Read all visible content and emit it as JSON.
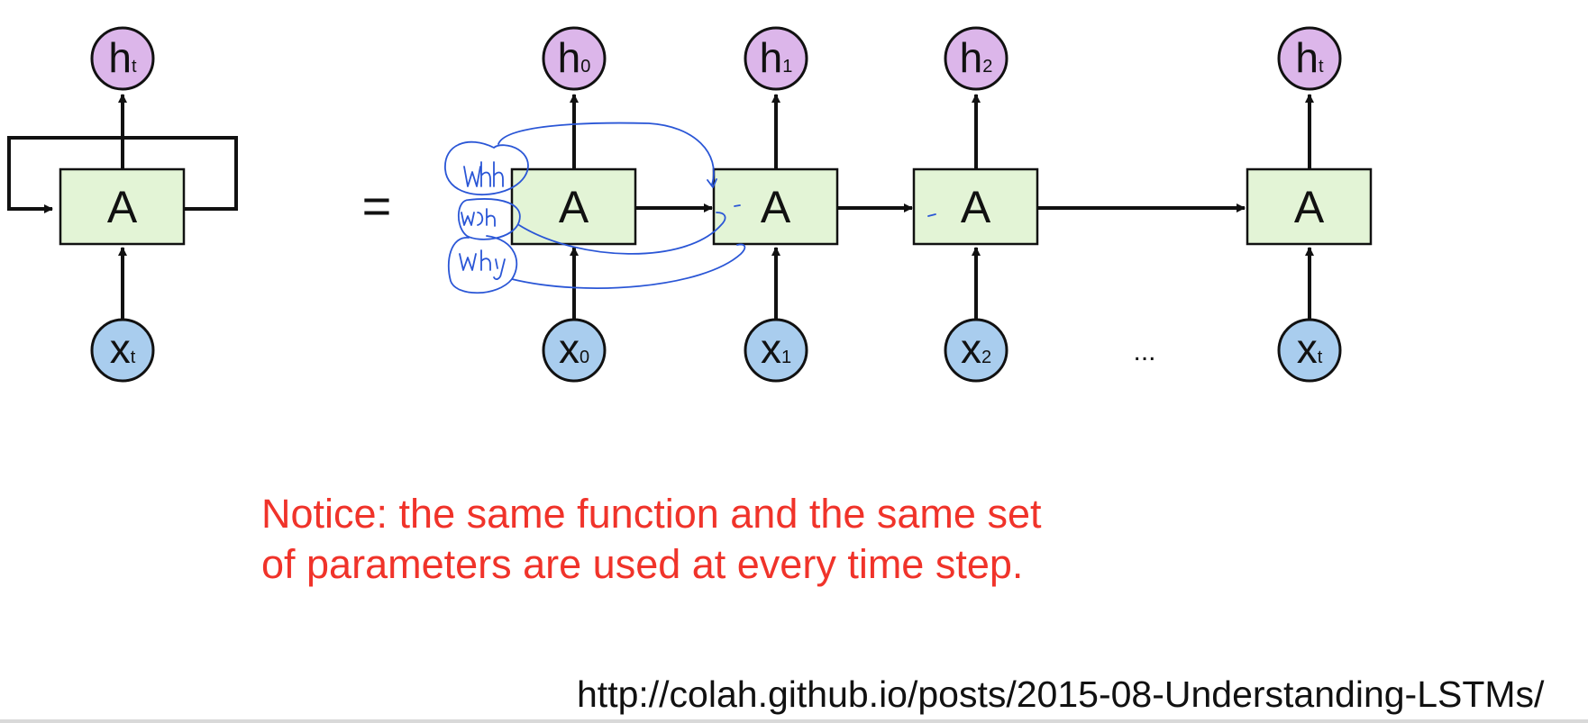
{
  "diagram": {
    "folded": {
      "cell_label": "A",
      "input": {
        "base": "x",
        "sub": "t"
      },
      "output": {
        "base": "h",
        "sub": "t"
      }
    },
    "equals": "=",
    "unrolled": [
      {
        "cell_label": "A",
        "input": {
          "base": "x",
          "sub": "0"
        },
        "output": {
          "base": "h",
          "sub": "0"
        }
      },
      {
        "cell_label": "A",
        "input": {
          "base": "x",
          "sub": "1"
        },
        "output": {
          "base": "h",
          "sub": "1"
        }
      },
      {
        "cell_label": "A",
        "input": {
          "base": "x",
          "sub": "2"
        },
        "output": {
          "base": "h",
          "sub": "2"
        }
      },
      {
        "cell_label": "A",
        "input": {
          "base": "x",
          "sub": "t"
        },
        "output": {
          "base": "h",
          "sub": "t"
        }
      }
    ],
    "ellipsis": "...",
    "colors": {
      "cell_fill": "#e3f4d6",
      "output_fill": "#dcb6ea",
      "input_fill": "#a9cdee",
      "annotation_ink": "#2a56d6",
      "notice_text": "#f0332a"
    }
  },
  "notice": {
    "line1": "Notice: the same function and the same set",
    "line2": "of parameters are used at every time step."
  },
  "source": "http://colah.github.io/posts/2015-08-Understanding-LSTMs/"
}
